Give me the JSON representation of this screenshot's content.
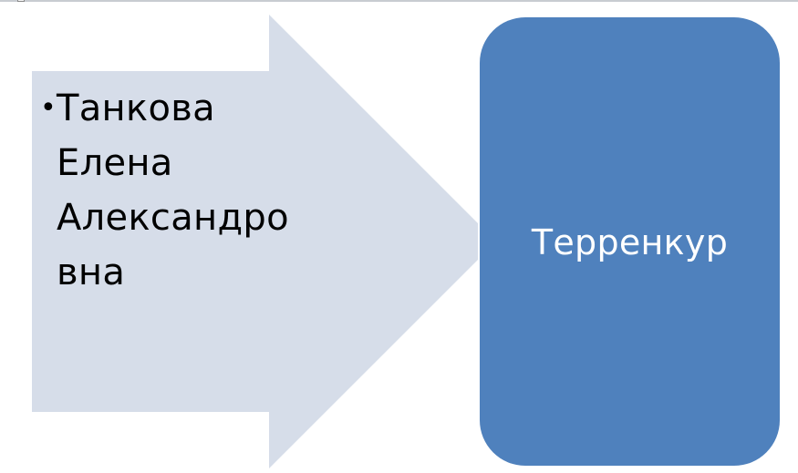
{
  "diagram": {
    "type": "process-arrow",
    "colors": {
      "arrow_fill": "#d6dde9",
      "box_fill": "#4f81bd",
      "arrow_text": "#000000",
      "box_text": "#ffffff",
      "top_bar": "#c8ccd1"
    },
    "arrow": {
      "bullet": "•",
      "lines": [
        "Танкова",
        "Елена",
        "Александро",
        "вна"
      ],
      "full_text": "Танкова Елена Александровна"
    },
    "box": {
      "label": "Терренкур"
    }
  }
}
